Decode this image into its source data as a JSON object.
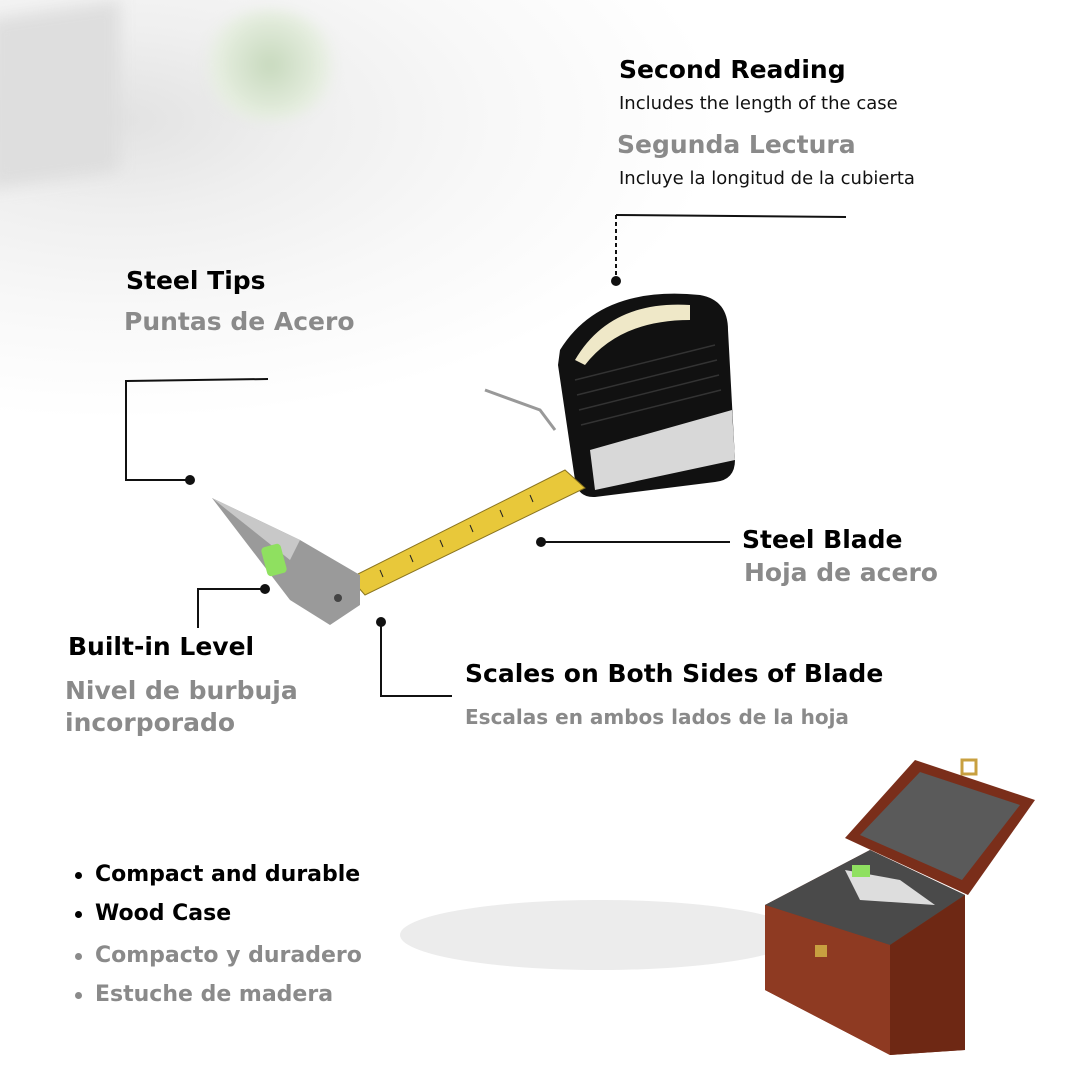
{
  "callouts": {
    "second_reading": {
      "title": "Second Reading",
      "subtitle": "Includes the length of the case",
      "title_es": "Segunda Lectura",
      "subtitle_es": "Incluye la longitud de la cubierta"
    },
    "steel_tips": {
      "title": "Steel Tips",
      "title_es": "Puntas de Acero"
    },
    "steel_blade": {
      "title": "Steel Blade",
      "title_es": "Hoja de acero"
    },
    "built_in_level": {
      "title": "Built-in Level",
      "title_es_line1": "Nivel de burbuja",
      "title_es_line2": "incorporado"
    },
    "scales": {
      "title": "Scales on Both Sides of Blade",
      "title_es": "Escalas en ambos lados de la hoja"
    }
  },
  "features": [
    "Compact and durable",
    "Wood Case",
    "Compacto y duradero",
    "Estuche de madera"
  ],
  "colors": {
    "primary": "#000000",
    "secondary": "#8a8a8a",
    "tape": "#e8c83a",
    "wood": "#7a2e1a"
  }
}
